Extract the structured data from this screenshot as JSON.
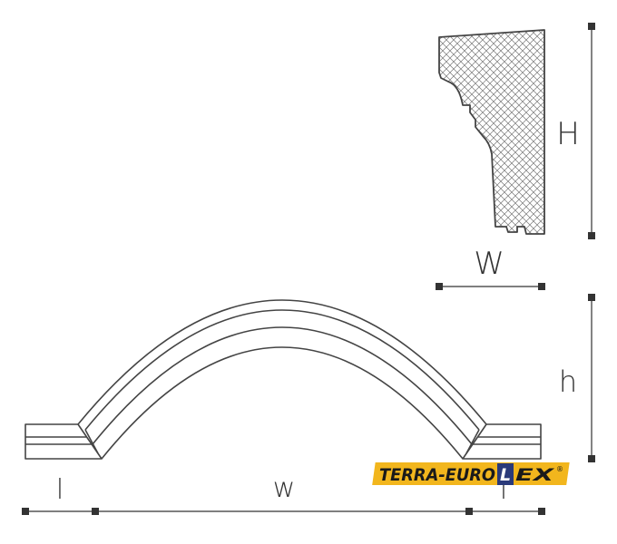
{
  "diagram": {
    "labels": {
      "H": "H",
      "W": "W",
      "h": "h",
      "w": "w",
      "l_left": "l",
      "l_right": "l"
    },
    "logo": {
      "part1": "TERRA-EURO",
      "letter": "L",
      "part2": "EX",
      "trademark": "®",
      "colors": {
        "background": "#f2b61d",
        "text": "#1a1a1a",
        "letter_box": "#2a3a7a",
        "letter_text": "#ffffff"
      }
    },
    "colors": {
      "line": "#444444",
      "marker": "#333333",
      "hatch": "#777777"
    }
  }
}
